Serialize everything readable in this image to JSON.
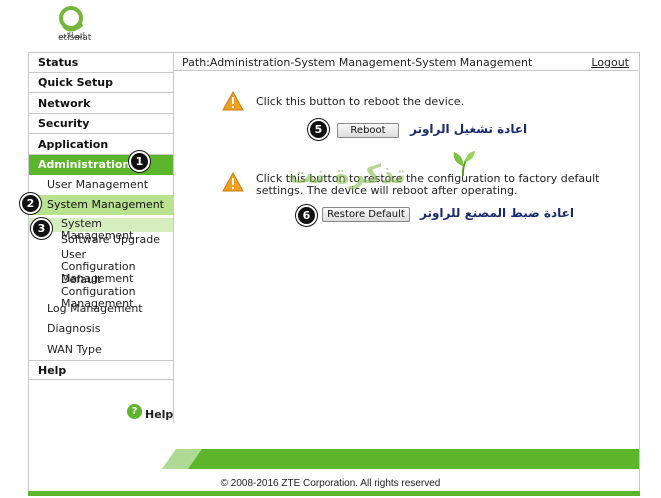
{
  "brand": {
    "arabic": "اتصالات",
    "latin": "etisalat"
  },
  "sidebar": {
    "items": [
      {
        "label": "Status"
      },
      {
        "label": "Quick Setup"
      },
      {
        "label": "Network"
      },
      {
        "label": "Security"
      },
      {
        "label": "Application"
      },
      {
        "label": "Administration"
      },
      {
        "label": "User Management"
      },
      {
        "label": "System Management"
      },
      {
        "label": "System Management"
      },
      {
        "label": "Software Upgrade"
      },
      {
        "label": "User Configuration Management"
      },
      {
        "label": "Default Configuration Management"
      },
      {
        "label": "Log Management"
      },
      {
        "label": "Diagnosis"
      },
      {
        "label": "WAN Type"
      },
      {
        "label": "Help"
      }
    ],
    "help_footer": "Help"
  },
  "header": {
    "path": "Path:Administration-System Management-System Management",
    "logout": "Logout"
  },
  "main": {
    "reboot_msg": "Click this button to reboot the device.",
    "reboot_button": "Reboot",
    "restore_msg_line1": "Click this button to restore the configuration to factory default",
    "restore_msg_line2": "settings. The device will reboot after operating.",
    "restore_button": "Restore Default"
  },
  "annotations": {
    "badge1": "1",
    "badge2": "2",
    "badge3": "3",
    "badge5": "5",
    "badge6": "6",
    "reboot_ar": "اعادة تشغيل الراوتر",
    "restore_ar": "اعادة ضبط المصنع للراوتر",
    "watermark": "تذكرة نت"
  },
  "footer": {
    "copyright": "© 2008-2016 ZTE Corporation. All rights reserved"
  },
  "colors": {
    "accent": "#5cb52a",
    "accent_light": "#b8e190",
    "warning": "#f0a020"
  }
}
